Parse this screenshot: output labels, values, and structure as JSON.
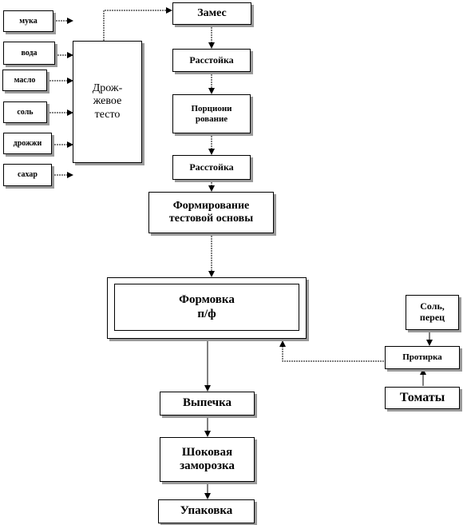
{
  "ingredients": [
    "мука",
    "вода",
    "масло",
    "соль",
    "дрожжи",
    "сахар"
  ],
  "yeast_dough": "Дрож-\nжевое\nтесто",
  "steps": {
    "zames": "Замес",
    "rasstoika1": "Расстойка",
    "portsionirovanie": "Порциони\nрование",
    "rasstoika2": "Расстойка",
    "formirovanie": "Формирование\nтестовой основы",
    "formovka": "Формовка\nп/ф",
    "vypechka": "Выпечка",
    "shock_freeze": "Шоковая\nзаморозка",
    "upakovka": "Упаковка"
  },
  "sauce": {
    "salt_pepper": "Соль,\nперец",
    "protirka": "Протирка",
    "tomatoes": "Томаты"
  }
}
